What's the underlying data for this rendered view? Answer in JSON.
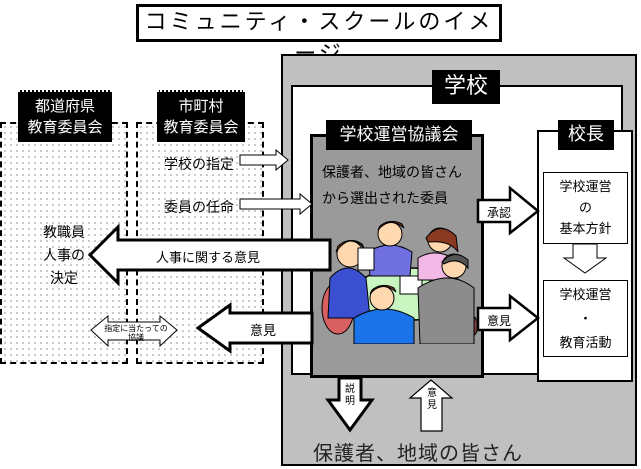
{
  "title": "コミュニティ・スクールのイメージ",
  "prefecture_board": {
    "label_line1": "都道府県",
    "label_line2": "教育委員会",
    "decision_line1": "教職員",
    "decision_line2": "人事の",
    "decision_line3": "決定"
  },
  "municipal_board": {
    "label_line1": "市町村",
    "label_line2": "教育委員会",
    "designation": "学校の指定",
    "appointment": "委員の任命"
  },
  "arrows": {
    "personnel_opinion": "人事に関する意見",
    "opinion_to_board": "意見",
    "consultation_line1": "指定に当たっての",
    "consultation_line2": "協議",
    "approval": "承認",
    "opinion_to_principal": "意見",
    "explanation_line1": "説",
    "explanation_line2": "明",
    "opinion_up_line1": "意",
    "opinion_up_line2": "見"
  },
  "school": {
    "label": "学校",
    "council": {
      "label": "学校運営協議会",
      "desc_line1": "保護者、地域の皆さん",
      "desc_line2": "から選出された委員",
      "illustration": "meeting-people-illustration"
    },
    "principal": {
      "label": "校長",
      "policy_line1": "学校運営",
      "policy_line2": "の",
      "policy_line3": "基本方針",
      "activity_line1": "学校運営",
      "activity_line2": "・",
      "activity_line3": "教育活動"
    }
  },
  "community": "保護者、地域の皆さん"
}
